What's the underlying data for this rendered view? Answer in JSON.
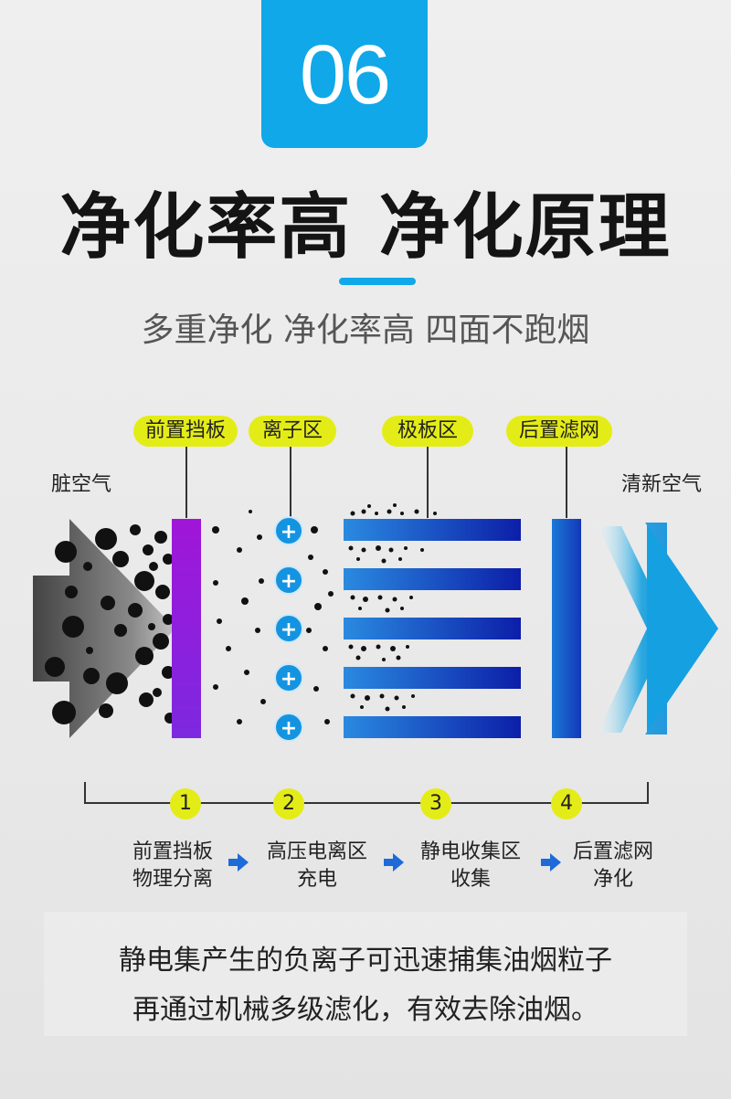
{
  "badge": {
    "number": "06"
  },
  "header": {
    "title": "净化率高 净化原理",
    "subtitle": "多重净化 净化率高 四面不跑烟"
  },
  "diagram": {
    "input_label": "脏空气",
    "output_label": "清新空气",
    "tags": [
      "前置挡板",
      "离子区",
      "极板区",
      "后置滤网"
    ],
    "ion_symbol": "+",
    "colors": {
      "accent": "#10a8e8",
      "tag": "#e4ec17",
      "pre_filter": "#9b16d6",
      "plates": "#1a3cc8",
      "rear_filter": "#1550c8"
    }
  },
  "steps": [
    {
      "num": "1",
      "line1": "前置挡板",
      "line2": "物理分离"
    },
    {
      "num": "2",
      "line1": "高压电离区",
      "line2": "充电"
    },
    {
      "num": "3",
      "line1": "静电收集区",
      "line2": "收集"
    },
    {
      "num": "4",
      "line1": "后置滤网",
      "line2": "净化"
    }
  ],
  "footer": {
    "line1": "静电集产生的负离子可迅速捕集油烟粒子",
    "line2": "再通过机械多级滤化，有效去除油烟。"
  }
}
